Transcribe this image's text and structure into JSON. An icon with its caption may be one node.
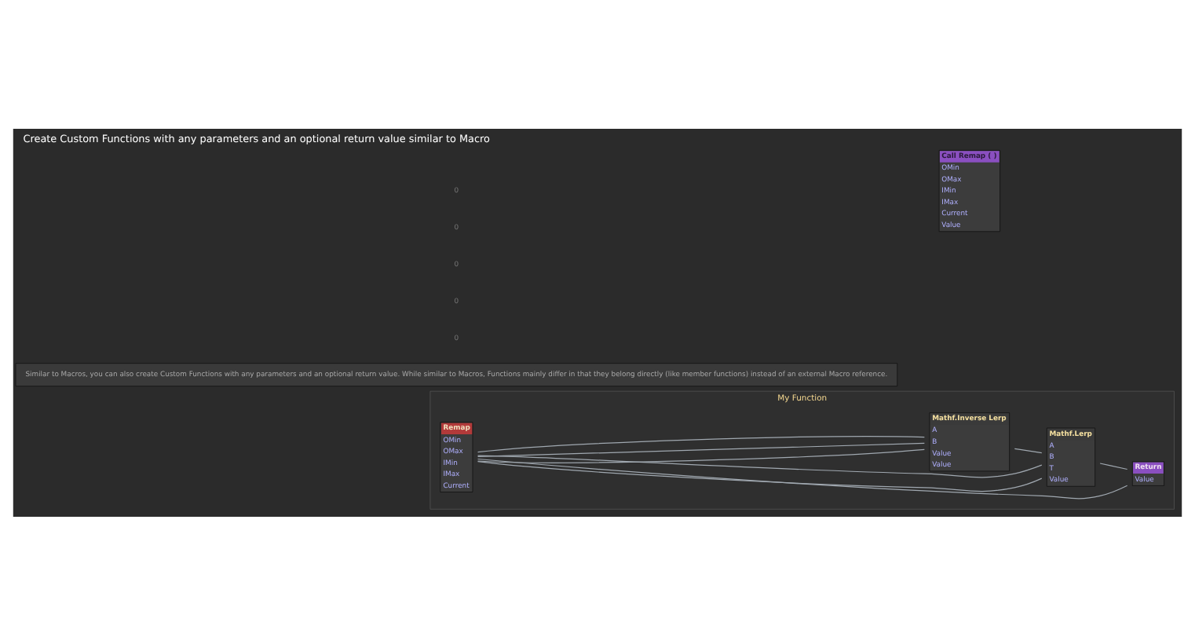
{
  "diagram": {
    "title": "Create Custom Functions with any parameters and an optional return value similar to Macro",
    "nodes": [
      {
        "text": [
          "My Function"
        ]
      },
      {
        "text": [
          "Remap",
          "OMin",
          "OMax",
          "IMin",
          "IMax",
          "Current"
        ],
        "in": 0
      },
      {
        "text": [
          "Return",
          "Value"
        ],
        "in": 0
      },
      {
        "text": [
          "Mathf.Lerp",
          "A",
          "B",
          "T",
          "Value"
        ],
        "in": 0
      },
      {
        "text": [
          "Mathf.Inverse Lerp",
          "A",
          "B",
          "Value",
          "Value"
        ],
        "in": 0
      },
      {
        "text": [
          "Similar to Macros, you can also create Custom Functions with any parameters and an optional return value. While similar to Macros, Functions mainly differ in that they belong directly (like member functions) instead of an external Macro reference."
        ]
      },
      {
        "text": [
          "Call Remap ( )",
          "OMin",
          "OMax",
          "IMin",
          "IMax",
          "Current",
          "Value"
        ]
      }
    ],
    "edges": [
      {
        "from": 1,
        "to": 2,
        "arrow": "none"
      },
      {
        "from": 1,
        "to": 3,
        "arrow": "none"
      },
      {
        "from": 1,
        "to": 3,
        "arrow": "none"
      },
      {
        "from": 1,
        "to": 4,
        "arrow": "none"
      },
      {
        "from": 1,
        "to": 4,
        "arrow": "none"
      },
      {
        "from": 1,
        "to": 4,
        "arrow": "none"
      },
      {
        "from": 4,
        "to": 3,
        "arrow": "none"
      },
      {
        "from": 3,
        "to": 2,
        "arrow": "none"
      }
    ],
    "labels": [
      "0",
      "0",
      "0",
      "0",
      "0"
    ]
  }
}
